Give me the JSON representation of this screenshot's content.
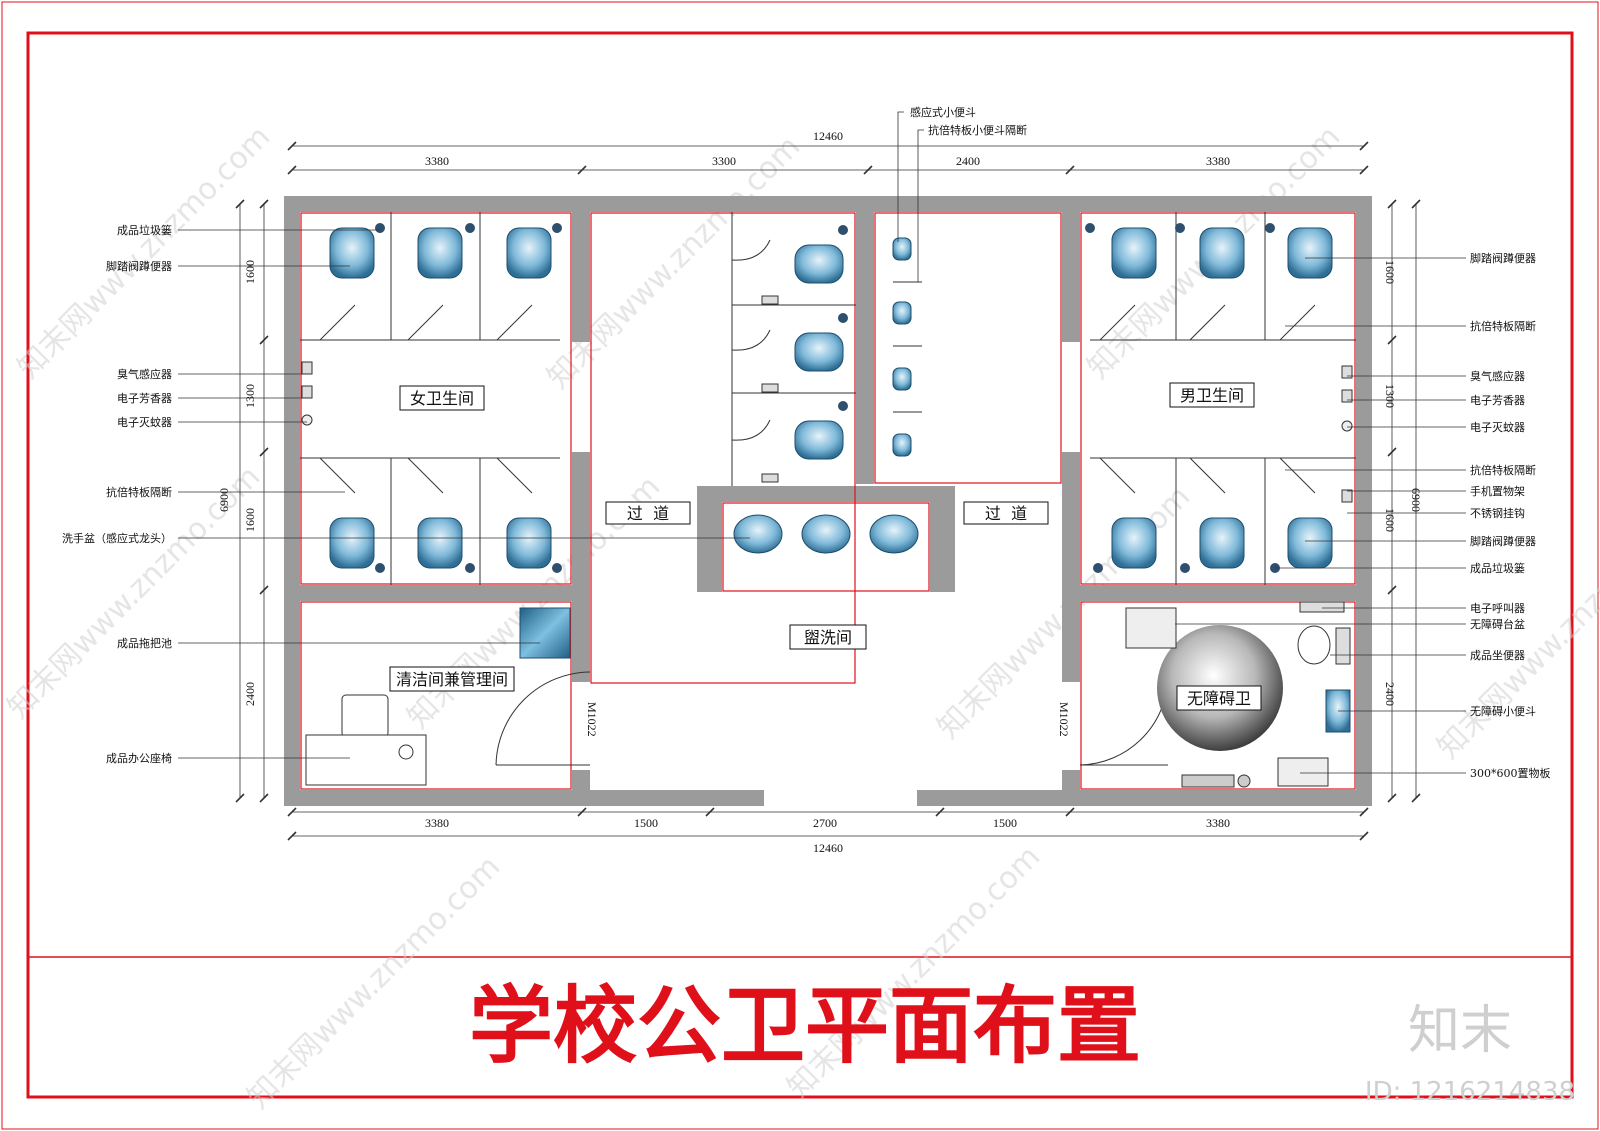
{
  "title": "学校公卫平面布置",
  "watermark": {
    "logo": "知末",
    "id": "ID: 1216214838",
    "site": "知末网www.znzmo.com"
  },
  "colors": {
    "frame": "#e0101a",
    "wall": "#9b9b9b",
    "fixture": "#5aa3c8"
  },
  "rooms": {
    "women": "女卫生间",
    "men": "男卫生间",
    "corridor_left": "过  道",
    "corridor_right": "过  道",
    "washroom": "盥洗间",
    "cleaning": "清洁间兼管理间",
    "accessible": "无障碍卫"
  },
  "doors": {
    "left": "M1022",
    "right": "M1022"
  },
  "dimensions": {
    "top_total": "12460",
    "top": [
      "3380",
      "3300",
      "2400",
      "3380"
    ],
    "bottom": [
      "3380",
      "1500",
      "2700",
      "1500",
      "3380"
    ],
    "bottom_total": "12460",
    "left_total": "6900",
    "left": [
      "1600",
      "1300",
      "1600",
      "2400"
    ],
    "right_total": "6900",
    "right": [
      "1600",
      "1300",
      "1600",
      "2400"
    ]
  },
  "annotations": {
    "top": [
      "感应式小便斗",
      "抗倍特板小便斗隔断"
    ],
    "left": [
      "成品垃圾篓",
      "脚踏阀蹲便器",
      "臭气感应器",
      "电子芳香器",
      "电子灭蚊器",
      "抗倍特板隔断",
      "洗手盆（感应式龙头）",
      "成品拖把池",
      "成品办公座椅"
    ],
    "right": [
      "脚踏阀蹲便器",
      "抗倍特板隔断",
      "臭气感应器",
      "电子芳香器",
      "电子灭蚊器",
      "抗倍特板隔断",
      "手机置物架",
      "不锈钢挂钩",
      "脚踏阀蹲便器",
      "成品垃圾篓",
      "电子呼叫器",
      "无障碍台盆",
      "成品坐便器",
      "无障碍小便斗",
      "300*600置物板"
    ]
  }
}
